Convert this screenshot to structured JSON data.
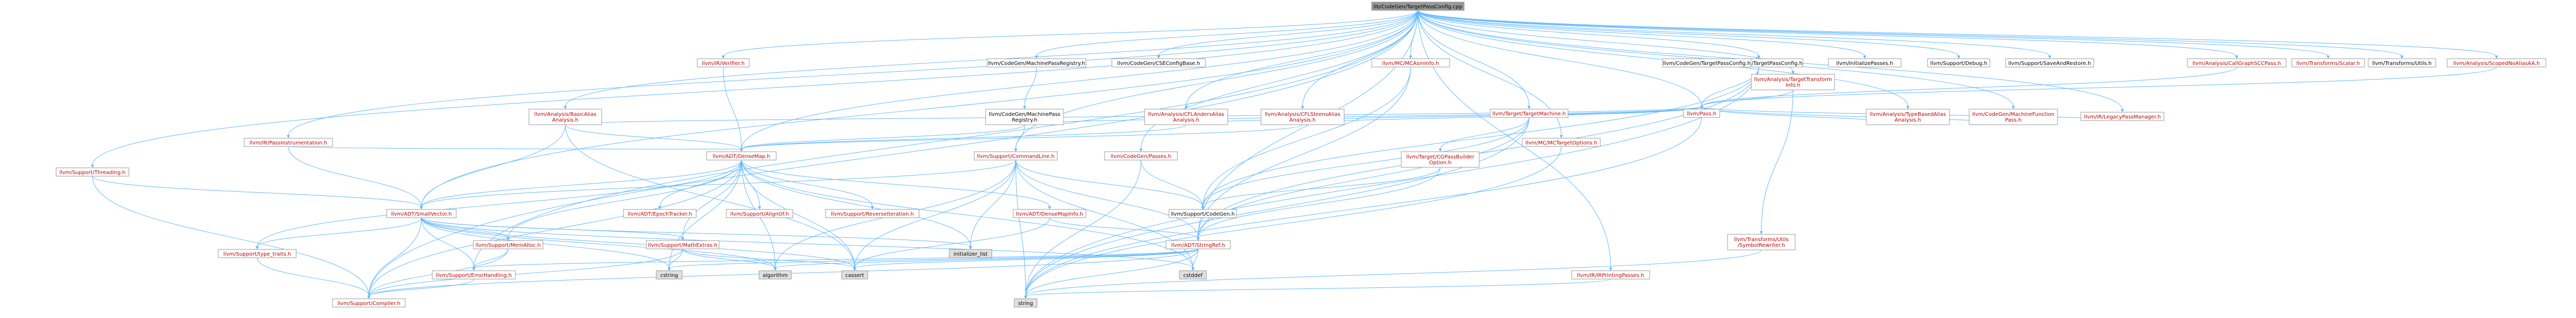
{
  "colors": {
    "root_fill": "#999999",
    "node_fill": "#ffffff",
    "external_fill": "#e0e0e0",
    "border": "#999999",
    "link_text": "#c00000",
    "plain_text": "#000000",
    "edge": "#63b8ff"
  },
  "nodes": [
    {
      "id": "root",
      "lines": [
        "lib/CodeGen/TargetPassConfig.cpp"
      ],
      "kind": "root"
    },
    {
      "id": "cg_tpc_h",
      "lines": [
        "llvm/CodeGen/TargetPassConfig.h"
      ],
      "kind": "plain"
    },
    {
      "id": "pass_h",
      "lines": [
        "llvm/Pass.h"
      ],
      "kind": "link"
    },
    {
      "id": "string",
      "lines": [
        "string"
      ],
      "kind": "external"
    },
    {
      "id": "cstddef",
      "lines": [
        "cstddef"
      ],
      "kind": "external"
    },
    {
      "id": "cassert",
      "lines": [
        "cassert"
      ],
      "kind": "external"
    },
    {
      "id": "algorithm",
      "lines": [
        "algorithm"
      ],
      "kind": "external"
    },
    {
      "id": "cstring",
      "lines": [
        "cstring"
      ],
      "kind": "external"
    },
    {
      "id": "init_list",
      "lines": [
        "initializer_list"
      ],
      "kind": "external"
    },
    {
      "id": "compiler_h",
      "lines": [
        "llvm/Support/Compiler.h"
      ],
      "kind": "link"
    },
    {
      "id": "errhandling_h",
      "lines": [
        "llvm/Support/ErrorHandling.h"
      ],
      "kind": "link"
    },
    {
      "id": "typetraits_h",
      "lines": [
        "llvm/Support/type_traits.h"
      ],
      "kind": "link"
    },
    {
      "id": "threading_h",
      "lines": [
        "llvm/Support/Threading.h"
      ],
      "kind": "link"
    },
    {
      "id": "smallvector_h",
      "lines": [
        "llvm/ADT/SmallVector.h"
      ],
      "kind": "link"
    },
    {
      "id": "memalloc_h",
      "lines": [
        "llvm/Support/MemAlloc.h"
      ],
      "kind": "link"
    },
    {
      "id": "mathextras_h",
      "lines": [
        "llvm/Support/MathExtras.h"
      ],
      "kind": "link"
    },
    {
      "id": "epochtracker_h",
      "lines": [
        "llvm/ADT/EpochTracker.h"
      ],
      "kind": "link"
    },
    {
      "id": "alignof_h",
      "lines": [
        "llvm/Support/AlignOf.h"
      ],
      "kind": "link"
    },
    {
      "id": "reverseiter_h",
      "lines": [
        "llvm/Support/ReverseIteration.h"
      ],
      "kind": "link"
    },
    {
      "id": "densemapinfo_h",
      "lines": [
        "llvm/ADT/DenseMapInfo.h"
      ],
      "kind": "link"
    },
    {
      "id": "densemap_h",
      "lines": [
        "llvm/ADT/DenseMap.h"
      ],
      "kind": "link"
    },
    {
      "id": "stringref_h",
      "lines": [
        "llvm/ADT/StringRef.h"
      ],
      "kind": "link"
    },
    {
      "id": "passinstr_h",
      "lines": [
        "llvm/IR/PassInstrumentation.h"
      ],
      "kind": "link"
    },
    {
      "id": "basicaa_h",
      "lines": [
        "llvm/Analysis/BasicAlias",
        "Analysis.h"
      ],
      "kind": "link"
    },
    {
      "id": "verifier_h",
      "lines": [
        "llvm/IR/Verifier.h"
      ],
      "kind": "link"
    },
    {
      "id": "cgmpreg_h",
      "lines": [
        "llvm/CodeGen/MachinePass",
        "Registry.h"
      ],
      "kind": "plain"
    },
    {
      "id": "cg_pass_reg_h",
      "lines": [
        "llvm/CodeGen/MachinePassRegistry.h"
      ],
      "kind": "plain"
    },
    {
      "id": "cmdline_h",
      "lines": [
        "llvm/Support/CommandLine.h"
      ],
      "kind": "link"
    },
    {
      "id": "supcodegen_h",
      "lines": [
        "llvm/Support/CodeGen.h"
      ],
      "kind": "plain"
    },
    {
      "id": "cg_csecfg_h",
      "lines": [
        "llvm/CodeGen/CSEConfigBase.h"
      ],
      "kind": "plain"
    },
    {
      "id": "cflanders_h",
      "lines": [
        "llvm/Analysis/CFLAndersAlias",
        "Analysis.h"
      ],
      "kind": "link"
    },
    {
      "id": "cflsteens_h",
      "lines": [
        "llvm/Analysis/CFLSteensAlias",
        "Analysis.h"
      ],
      "kind": "link"
    },
    {
      "id": "cgpasses_h",
      "lines": [
        "llvm/CodeGen/Passes.h"
      ],
      "kind": "link"
    },
    {
      "id": "mcasmhints_h",
      "lines": [
        "llvm/MC/MCAsmInfo.h"
      ],
      "kind": "link"
    },
    {
      "id": "tgtmachine_h",
      "lines": [
        "llvm/Target/TargetMachine.h"
      ],
      "kind": "link"
    },
    {
      "id": "cgpassbuilder_h",
      "lines": [
        "llvm/Target/CGPassBuilder",
        "Option.h"
      ],
      "kind": "link"
    },
    {
      "id": "mctgtopts_h",
      "lines": [
        "llvm/MC/MCTargetOptions.h"
      ],
      "kind": "link"
    },
    {
      "id": "cg_tpc2_h",
      "lines": [
        "llvm/CodeGen/TargetPassConfig.h"
      ],
      "kind": "plain"
    },
    {
      "id": "tgtxform_h",
      "lines": [
        "llvm/Analysis/TargetTransform",
        "Info.h"
      ],
      "kind": "link"
    },
    {
      "id": "symrewriter_h",
      "lines": [
        "llvm/Transforms/Utils",
        "/SymbolRewriter.h"
      ],
      "kind": "link"
    },
    {
      "id": "irprintpasses_h",
      "lines": [
        "llvm/IR/IRPrintingPasses.h"
      ],
      "kind": "link"
    },
    {
      "id": "initpasses_h",
      "lines": [
        "llvm/InitializePasses.h"
      ],
      "kind": "plain"
    },
    {
      "id": "debug_h",
      "lines": [
        "llvm/Support/Debug.h"
      ],
      "kind": "plain"
    },
    {
      "id": "saverestore_h",
      "lines": [
        "llvm/Support/SaveAndRestore.h"
      ],
      "kind": "plain"
    },
    {
      "id": "typebasedaa_h",
      "lines": [
        "llvm/Analysis/TypeBasedAlias",
        "Analysis.h"
      ],
      "kind": "link"
    },
    {
      "id": "cgmachfn_h",
      "lines": [
        "llvm/CodeGen/MachineFunction",
        "Pass.h"
      ],
      "kind": "link"
    },
    {
      "id": "legacypm_h",
      "lines": [
        "llvm/IR/LegacyPassManager.h"
      ],
      "kind": "link"
    },
    {
      "id": "callgraphscc_h",
      "lines": [
        "llvm/Analysis/CallGraphSCCPass.h"
      ],
      "kind": "link"
    },
    {
      "id": "scalar_h",
      "lines": [
        "llvm/Transforms/Scalar.h"
      ],
      "kind": "link"
    },
    {
      "id": "xformutils_h",
      "lines": [
        "llvm/Transforms/Utils.h"
      ],
      "kind": "plain"
    },
    {
      "id": "scopednoalias_h",
      "lines": [
        "llvm/Analysis/ScopedNoAliasAA.h"
      ],
      "kind": "link"
    }
  ]
}
